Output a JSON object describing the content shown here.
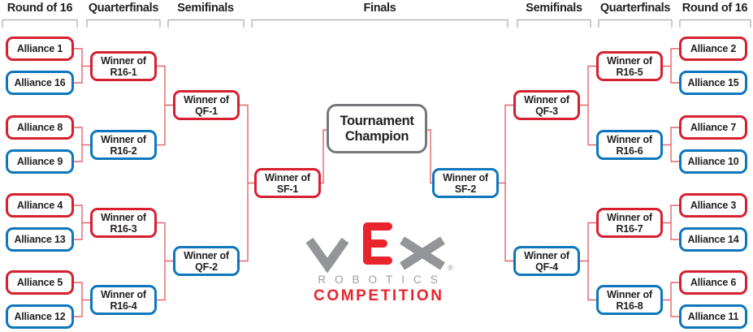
{
  "headers": [
    {
      "label": "Round of 16"
    },
    {
      "label": "Quarterfinals"
    },
    {
      "label": "Semifinals"
    },
    {
      "label": "Finals"
    },
    {
      "label": "Semifinals"
    },
    {
      "label": "Quarterfinals"
    },
    {
      "label": "Round of 16"
    }
  ],
  "nodes": {
    "r16_left": [
      {
        "label": "Alliance 1",
        "color": "red"
      },
      {
        "label": "Alliance 16",
        "color": "blue"
      },
      {
        "label": "Alliance 8",
        "color": "red"
      },
      {
        "label": "Alliance 9",
        "color": "blue"
      },
      {
        "label": "Alliance 4",
        "color": "red"
      },
      {
        "label": "Alliance 13",
        "color": "blue"
      },
      {
        "label": "Alliance 5",
        "color": "red"
      },
      {
        "label": "Alliance 12",
        "color": "blue"
      }
    ],
    "qf_left": [
      {
        "label": "Winner of R16-1",
        "color": "red"
      },
      {
        "label": "Winner of R16-2",
        "color": "blue"
      },
      {
        "label": "Winner of R16-3",
        "color": "red"
      },
      {
        "label": "Winner of R16-4",
        "color": "blue"
      }
    ],
    "sf_left": [
      {
        "label": "Winner of QF-1",
        "color": "red"
      },
      {
        "label": "Winner of QF-2",
        "color": "blue"
      }
    ],
    "finals": [
      {
        "label": "Winner of SF-1",
        "color": "red"
      },
      {
        "label": "Winner of SF-2",
        "color": "blue"
      }
    ],
    "champion": {
      "label": "Tournament Champion",
      "color": "gray"
    },
    "sf_right": [
      {
        "label": "Winner of QF-3",
        "color": "red"
      },
      {
        "label": "Winner of QF-4",
        "color": "blue"
      }
    ],
    "qf_right": [
      {
        "label": "Winner of R16-5",
        "color": "red"
      },
      {
        "label": "Winner of R16-6",
        "color": "blue"
      },
      {
        "label": "Winner of R16-7",
        "color": "red"
      },
      {
        "label": "Winner of R16-8",
        "color": "blue"
      }
    ],
    "r16_right": [
      {
        "label": "Alliance 2",
        "color": "red"
      },
      {
        "label": "Alliance 15",
        "color": "blue"
      },
      {
        "label": "Alliance 7",
        "color": "red"
      },
      {
        "label": "Alliance 10",
        "color": "blue"
      },
      {
        "label": "Alliance 3",
        "color": "red"
      },
      {
        "label": "Alliance 14",
        "color": "blue"
      },
      {
        "label": "Alliance 6",
        "color": "red"
      },
      {
        "label": "Alliance 11",
        "color": "blue"
      }
    ]
  },
  "logo": {
    "wordmark": "VEX",
    "robotics": "ROBOTICS",
    "competition": "COMPETITION",
    "registered": "®"
  },
  "colors": {
    "red_seed": "#d6202f",
    "blue_seed": "#0e76bd",
    "champion_border": "#77787b",
    "connector_line": "#e4656c",
    "header_bracket_line": "#a9abad",
    "text": "#231f20",
    "logo_gray": "#939598",
    "logo_red": "#e8242c"
  }
}
